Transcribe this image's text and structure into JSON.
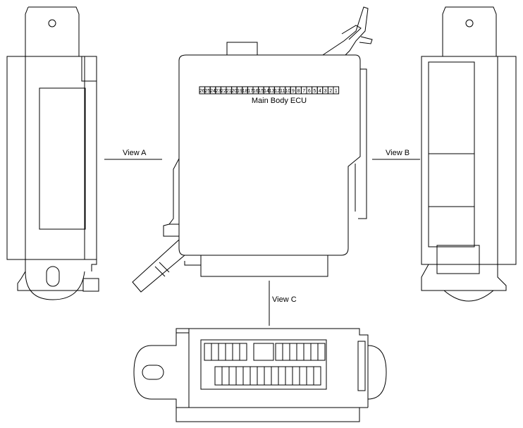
{
  "labels": {
    "view_a": "View A",
    "view_b": "View B",
    "view_c": "View C",
    "ecu": "Main Body ECU"
  },
  "pin_numbers": [
    "26",
    "25",
    "24",
    "23",
    "22",
    "21",
    "20",
    "19",
    "18",
    "17",
    "16",
    "15",
    "14",
    "13",
    "12",
    "11",
    "10",
    "9",
    "8",
    "7",
    "6",
    "5",
    "4",
    "3",
    "2",
    "1"
  ],
  "colors": {
    "line": "#000000",
    "background": "#ffffff"
  }
}
